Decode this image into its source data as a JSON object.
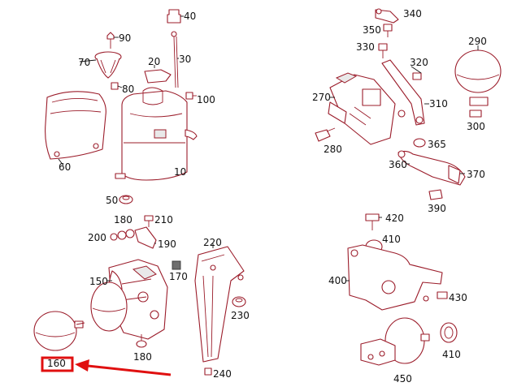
{
  "labels": {
    "p10": "10",
    "p20": "20",
    "p30": "30",
    "p40": "40",
    "p50": "50",
    "p60": "60",
    "p70": "70",
    "p80": "80",
    "p90": "90",
    "p100": "100",
    "p150": "150",
    "p170": "170",
    "p180a": "180",
    "p180b": "180",
    "p190": "190",
    "p200": "200",
    "p210": "210",
    "p220": "220",
    "p230": "230",
    "p240": "240",
    "p270": "270",
    "p280": "280",
    "p290": "290",
    "p300": "300",
    "p310": "310",
    "p320": "320",
    "p330": "330",
    "p340": "340",
    "p350": "350",
    "p360": "360",
    "p365": "365",
    "p370": "370",
    "p390": "390",
    "p400": "400",
    "p410a": "410",
    "p410b": "410",
    "p420": "420",
    "p430": "430",
    "p450": "450",
    "p160": "160"
  },
  "highlight": {
    "color": "#e01010",
    "target": "160"
  },
  "colors": {
    "part_outline": "#9b1c2a",
    "label": "#111111"
  }
}
